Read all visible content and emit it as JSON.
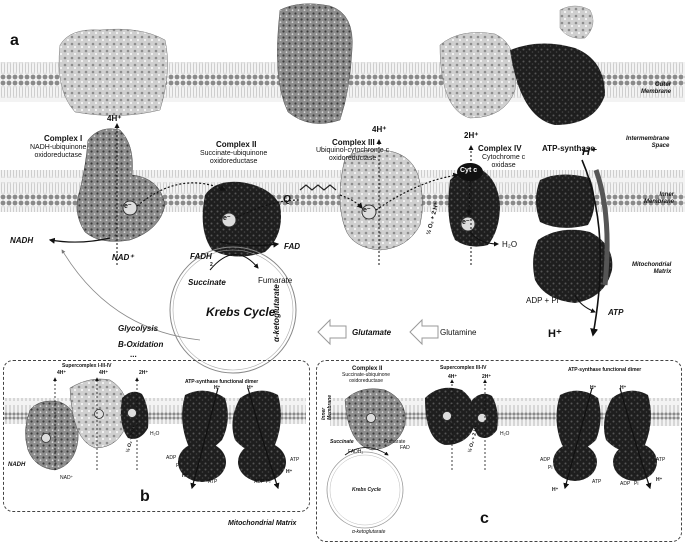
{
  "panel_a": {
    "letter": "a",
    "outer_membrane": "Outer\nMembrane",
    "intermembrane_space": "Intermembrane\nSpace",
    "inner_membrane": "Inner\nMembrane",
    "mitochondrial_matrix": "Mitochondrial\nMatrix",
    "complex1": {
      "title": "Complex I",
      "name": "NADH-ubiquinone\noxidoreductase",
      "proton": "4H⁺",
      "nadh": "NADH",
      "nad": "NAD⁺"
    },
    "complex2": {
      "title": "Complex II",
      "name": "Succinate-ubiquinone\noxidoreductase",
      "fadh": "FADH",
      "fadh_sub": "2",
      "fad": "FAD",
      "succinate": "Succinate",
      "fumarate": "Fumarate"
    },
    "complex3": {
      "title": "Complex III",
      "name": "Ubiquinol-cytochrome c\noxidoreductase",
      "proton": "4H⁺"
    },
    "complex4": {
      "title": "Complex IV",
      "name": "Cytochrome c\noxidase",
      "proton": "2H⁺",
      "reaction": "½ O₂ + 2 H⁺",
      "water": "H₂O"
    },
    "cytc": "Cyt c",
    "q": "Q",
    "electron": "e⁻",
    "atp_synthase": {
      "title": "ATP-synthase",
      "h_top": "H⁺",
      "h_bottom": "H⁺",
      "adp": "ADP + Pi",
      "atp": "ATP"
    },
    "krebs": "Krebs Cycle",
    "alpha_kg": "α-ketoglutarate",
    "glutamate": "Glutamate",
    "glutamine": "Glutamine",
    "glycolysis": "Glycolysis",
    "beta_ox": "Β-Oxidation",
    "ellipsis": "..."
  },
  "panel_b": {
    "letter": "b",
    "supercomplex": "Supercomplex I-III-IV",
    "p4h_1": "4H⁺",
    "p4h_2": "4H⁺",
    "p2h": "2H⁺",
    "nadh": "NADH",
    "nad": "NAD⁺",
    "water": "H₂O",
    "reaction": "½ O₂ + 2 H⁺",
    "atp_dimer": "ATP-synthase functional dimer",
    "h1": "H⁺",
    "h2": "H⁺",
    "h3": "H⁺",
    "h4": "H⁺",
    "atp_l": "ATP",
    "adp_l": "ADP",
    "pi_l": "Pi",
    "atp_r": "ATP",
    "adp_r": "ADP",
    "pi_r": "Pi",
    "matrix": "Mitochondrial Matrix"
  },
  "panel_c": {
    "letter": "c",
    "inner_membrane": "Inner\nMembrane",
    "complex2": "Complex II",
    "complex2_name": "Succinate-ubiquinone\noxidoreductase",
    "supercomplex": "Supercomplex III-IV",
    "p4h": "4H⁺",
    "p2h": "2H⁺",
    "fadh": "FADH₂",
    "fad": "FAD",
    "water": "H₂O",
    "reaction": "½ O₂ + 2 H⁺",
    "succinate": "Succinate",
    "fumarate": "Fumarate",
    "krebs": "Krebs Cycle",
    "alpha_kg": "α-ketoglutarate",
    "atp_dimer": "ATP-synthase functional dimer",
    "h1": "H⁺",
    "h2": "H⁺",
    "h3": "H⁺",
    "h4": "H⁺",
    "atp_l": "ATP",
    "adp_l": "ADP",
    "pi_l": "Pi",
    "atp_r": "ATP",
    "adp_r": "ADP",
    "pi_r": "Pi"
  },
  "colors": {
    "membrane": "#bdbdbd",
    "protein_dark": "#222222",
    "protein_mid": "#777777",
    "protein_light": "#d6d6d6"
  }
}
